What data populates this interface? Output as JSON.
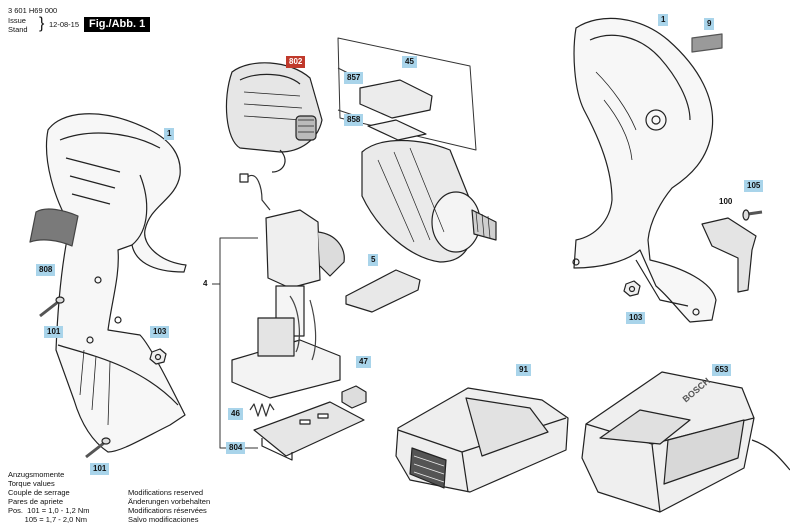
{
  "header": {
    "doc_number": "3 601 H69 000",
    "issue_label": "Issue",
    "stand_label": "Stand",
    "date": "12-08-15",
    "figure_label": "Fig./Abb. 1"
  },
  "callouts": {
    "c1_left": "1",
    "c802": "802",
    "c45": "45",
    "c857": "857",
    "c858": "858",
    "c1_right": "1",
    "c9": "9",
    "c808": "808",
    "c101_a": "101",
    "c101_b": "101",
    "c103_left": "103",
    "c4": "4",
    "c5": "5",
    "c47": "47",
    "c46": "46",
    "c804": "804",
    "c105": "105",
    "c100": "100",
    "c103_right": "103",
    "c91": "91",
    "c653": "653"
  },
  "charger_label": "BOSCH",
  "footer": {
    "torque_lines": [
      "Anzugsmomente",
      "Torque values",
      "Couple de serrage",
      "Pares de apriete"
    ],
    "torque_rows": [
      "Pos.  101 = 1,0 - 1,2 Nm",
      "        105 = 1,7 - 2,0 Nm"
    ],
    "mod_lines": [
      "Modifications reserved",
      "Änderungen vorbehalten",
      "Modifications réservées",
      "Salvo modificaciones"
    ]
  }
}
